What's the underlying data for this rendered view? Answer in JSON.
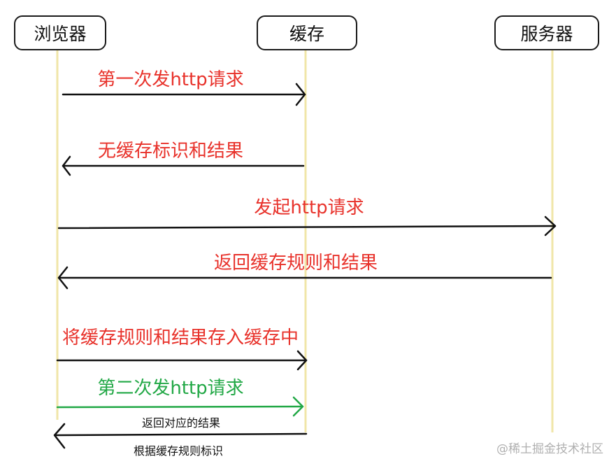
{
  "actors": {
    "browser": "浏览器",
    "cache": "缓存",
    "server": "服务器"
  },
  "messages": [
    {
      "text": "第一次发http请求",
      "from": "browser",
      "to": "cache",
      "color": "#e8322b"
    },
    {
      "text": "无缓存标识和结果",
      "from": "cache",
      "to": "browser",
      "color": "#e8322b"
    },
    {
      "text": "发起http请求",
      "from": "browser",
      "to": "server",
      "color": "#e8322b"
    },
    {
      "text": "返回缓存规则和结果",
      "from": "server",
      "to": "browser",
      "color": "#e8322b"
    },
    {
      "text": "将缓存规则和结果存入缓存中",
      "from": "browser",
      "to": "cache",
      "color": "#e8322b"
    },
    {
      "text": "第二次发http请求",
      "from": "browser",
      "to": "cache",
      "color": "#22a846"
    },
    {
      "text": "返回对应的结果",
      "from": "cache",
      "to": "browser",
      "color": "#111111"
    }
  ],
  "note": "根据缓存规则标识",
  "watermark": "@稀土掘金技术社区",
  "colors": {
    "lifeline": "#f0e6a8",
    "arrow": "#111111",
    "red_text": "#e8322b",
    "green_text": "#22a846"
  }
}
